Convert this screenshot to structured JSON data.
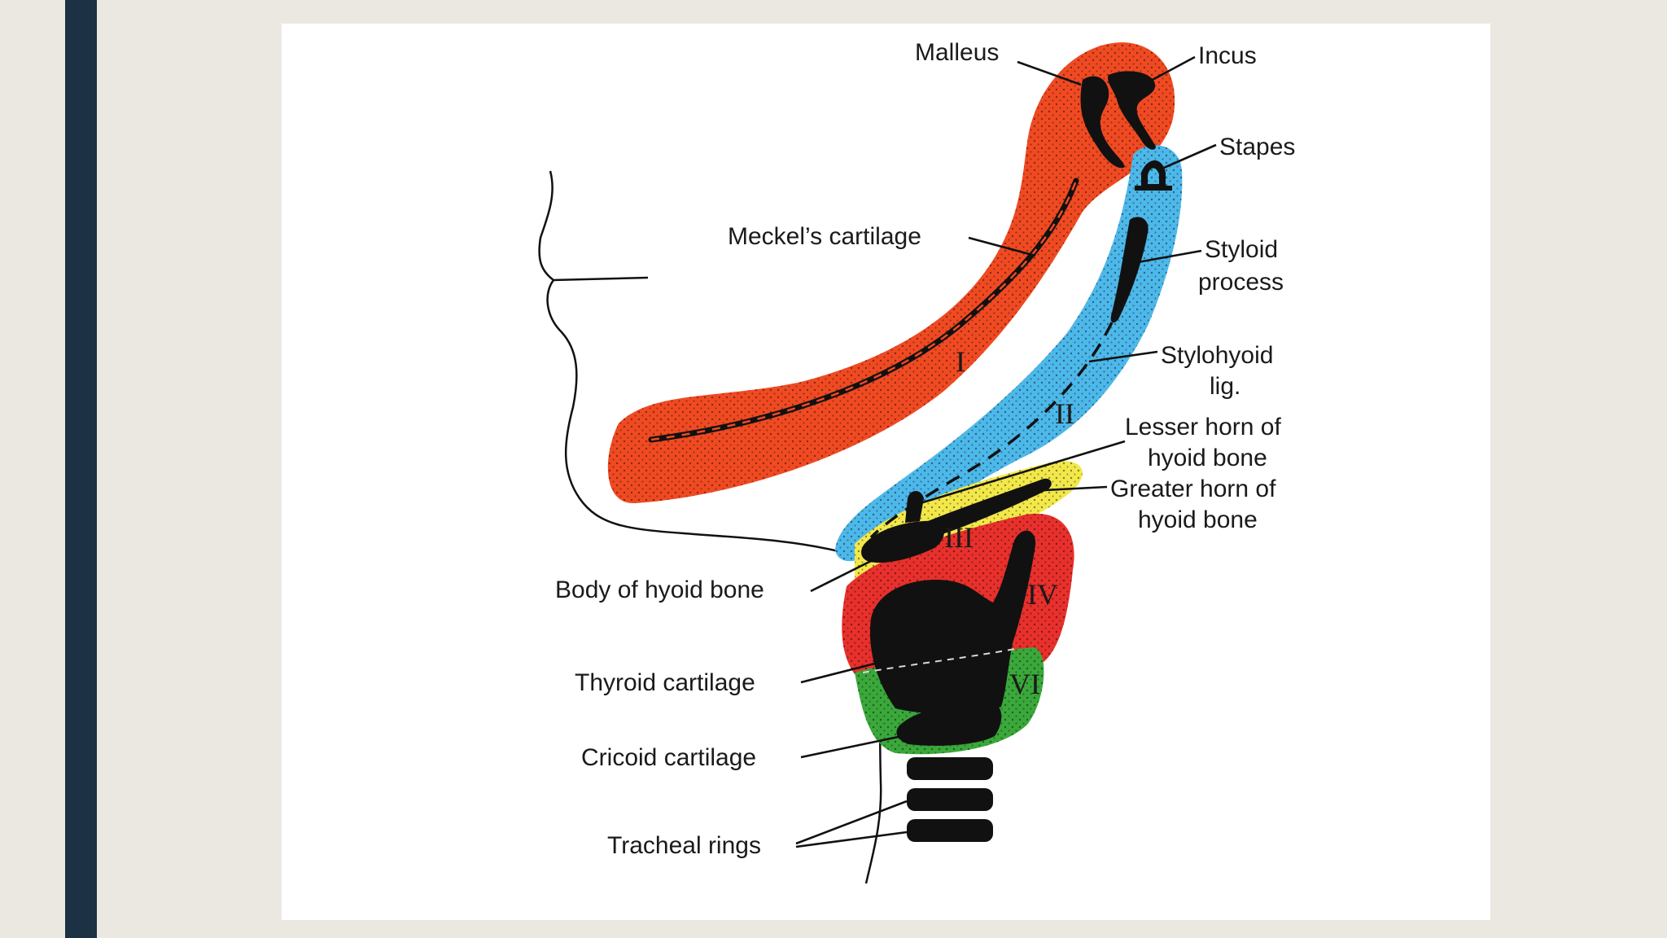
{
  "colors": {
    "background": "#ebe8e2",
    "sidebar": "#1c3144",
    "arch_1": "#f04a22",
    "arch_2": "#4db8ea",
    "arch_3": "#f3e84a",
    "arch_4": "#e8302c",
    "arch_6": "#3aa83a",
    "cartilage": "#111111"
  },
  "labels": {
    "malleus": "Malleus",
    "incus": "Incus",
    "stapes": "Stapes",
    "meckels": "Meckel’s cartilage",
    "styloid_1": "Styloid",
    "styloid_2": "process",
    "stylohyoid_1": "Stylohyoid",
    "stylohyoid_2": "lig.",
    "lesser_1": "Lesser horn of",
    "lesser_2": "hyoid bone",
    "greater_1": "Greater horn of",
    "greater_2": "hyoid bone",
    "body_hyoid": "Body of hyoid bone",
    "thyroid": "Thyroid cartilage",
    "cricoid": "Cricoid cartilage",
    "tracheal": "Tracheal rings"
  },
  "arches": {
    "I": "I",
    "II": "II",
    "III": "III",
    "IV": "IV",
    "VI": "VI"
  }
}
